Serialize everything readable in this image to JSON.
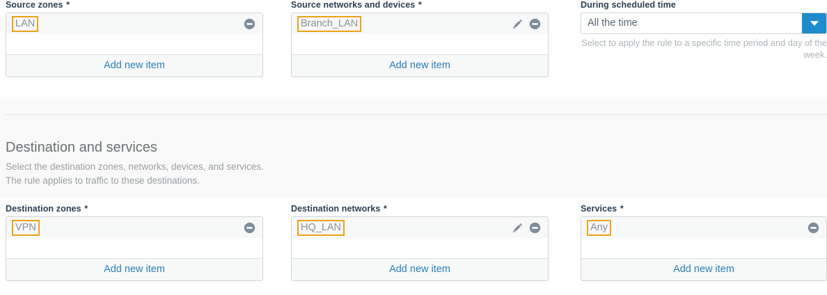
{
  "source_section": {
    "fields": [
      {
        "label": "Source zones",
        "required_marker": "*",
        "type": "listbox",
        "items": [
          {
            "value": "LAN",
            "has_edit": false,
            "has_remove": true,
            "highlighted": true
          }
        ],
        "footer_label": "Add new item"
      },
      {
        "label": "Source networks and devices",
        "required_marker": "*",
        "type": "listbox",
        "items": [
          {
            "value": "Branch_LAN",
            "has_edit": true,
            "has_remove": true,
            "highlighted": true
          }
        ],
        "footer_label": "Add new item"
      },
      {
        "label": "During scheduled time",
        "required_marker": "",
        "type": "select",
        "value": "All the time",
        "hint": "Select to apply the rule to a specific time period and day of the week."
      }
    ]
  },
  "destination_section": {
    "heading": "Destination and services",
    "description_line_1": "Select the destination zones, networks, devices, and services.",
    "description_line_2": "The rule applies to traffic to these destinations.",
    "fields": [
      {
        "label": "Destination zones",
        "required_marker": "*",
        "type": "listbox",
        "items": [
          {
            "value": "VPN",
            "has_edit": false,
            "has_remove": true,
            "highlighted": true
          }
        ],
        "footer_label": "Add new item"
      },
      {
        "label": "Destination networks",
        "required_marker": "*",
        "type": "listbox",
        "items": [
          {
            "value": "HQ_LAN",
            "has_edit": true,
            "has_remove": true,
            "highlighted": true
          }
        ],
        "footer_label": "Add new item"
      },
      {
        "label": "Services",
        "required_marker": "*",
        "type": "listbox",
        "items": [
          {
            "value": "Any",
            "has_edit": false,
            "has_remove": true,
            "highlighted": true
          }
        ],
        "footer_label": "Add new item"
      }
    ]
  },
  "colors": {
    "accent_blue": "#2980b9",
    "dropdown_blue": "#1c8ccc",
    "highlight_orange": "#eda219",
    "label_navy": "#2c3e50",
    "muted_gray": "#9aa0a4",
    "row_gray": "#f7f8f8",
    "band_gray": "#f9f9f9",
    "border_gray": "#cfd4d8"
  },
  "icons": {
    "remove": "remove-circle-icon",
    "edit": "pencil-icon",
    "dropdown": "chevron-down-icon"
  }
}
